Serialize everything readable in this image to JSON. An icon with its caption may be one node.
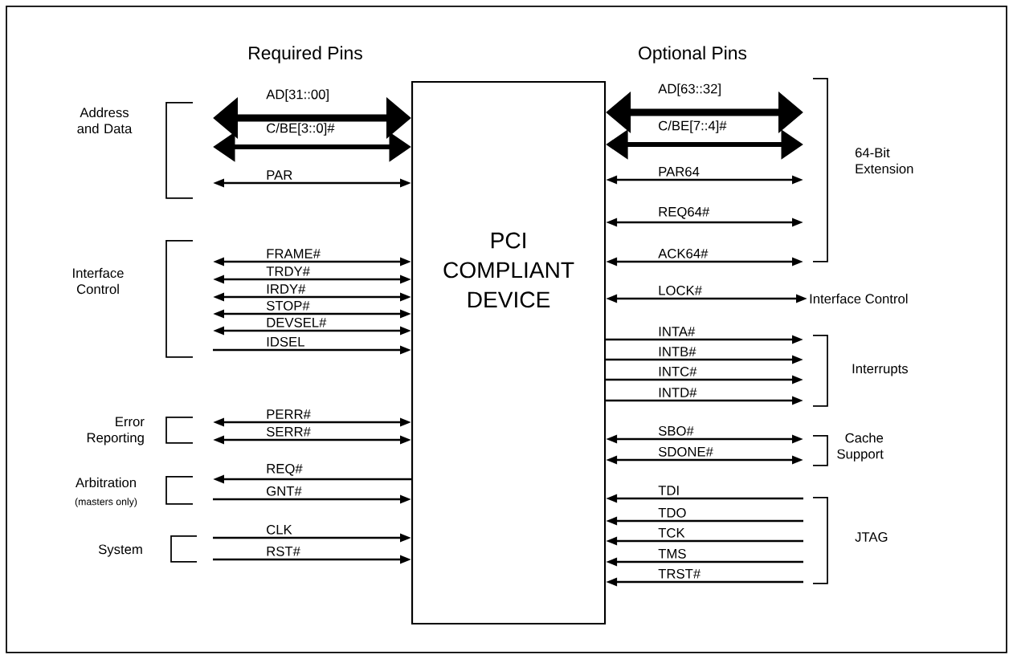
{
  "diagram": {
    "nodes": [
      {
        "text": [
          "PCI COMPLIANT DEVICE"
        ]
      },
      {
        "text": [
          "Interface Control"
        ]
      }
    ],
    "edges": [
      {
        "from": null,
        "to": 0,
        "arrow": "both",
        "label": "AD[31::00]",
        "style": "thick"
      },
      {
        "from": null,
        "to": 0,
        "arrow": "both",
        "label": "C/BE[3::0]#",
        "style": "thick"
      },
      {
        "from": null,
        "to": 0,
        "arrow": "both",
        "label": "PAR"
      },
      {
        "from": null,
        "to": 0,
        "arrow": "both",
        "label": "FRAME#"
      },
      {
        "from": null,
        "to": 0,
        "arrow": "both",
        "label": "TRDY#"
      },
      {
        "from": null,
        "to": 0,
        "arrow": "both",
        "label": "IRDY#"
      },
      {
        "from": null,
        "to": 0,
        "arrow": "both",
        "label": "STOP#"
      },
      {
        "from": null,
        "to": 0,
        "arrow": "both",
        "label": "DEVSEL#"
      },
      {
        "from": null,
        "to": 0,
        "arrow": "to",
        "label": "IDSEL"
      },
      {
        "from": null,
        "to": 0,
        "arrow": "both",
        "label": "PERR#"
      },
      {
        "from": null,
        "to": 0,
        "arrow": "both",
        "label": "SERR#"
      },
      {
        "from": 0,
        "to": null,
        "arrow": "to",
        "label": "REQ#"
      },
      {
        "from": null,
        "to": 0,
        "arrow": "to",
        "label": "GNT#"
      },
      {
        "from": null,
        "to": 0,
        "arrow": "to",
        "label": "CLK"
      },
      {
        "from": null,
        "to": 0,
        "arrow": "to",
        "label": "RST#"
      },
      {
        "from": 0,
        "to": null,
        "arrow": "both",
        "label": "AD[63::32]",
        "style": "thick"
      },
      {
        "from": 0,
        "to": null,
        "arrow": "both",
        "label": "C/BE[7::4]#",
        "style": "thick"
      },
      {
        "from": 0,
        "to": null,
        "arrow": "both",
        "label": "PAR64"
      },
      {
        "from": 0,
        "to": null,
        "arrow": "both",
        "label": "REQ64#"
      },
      {
        "from": 0,
        "to": null,
        "arrow": "both",
        "label": "ACK64#"
      },
      {
        "from": 0,
        "to": 1,
        "arrow": "both",
        "label": "LOCK#"
      },
      {
        "from": 0,
        "to": null,
        "arrow": "to",
        "label": "INTA#"
      },
      {
        "from": 0,
        "to": null,
        "arrow": "to",
        "label": "INTB#"
      },
      {
        "from": 0,
        "to": null,
        "arrow": "to",
        "label": "INTC#"
      },
      {
        "from": 0,
        "to": null,
        "arrow": "to",
        "label": "INTD#"
      },
      {
        "from": 0,
        "to": null,
        "arrow": "both",
        "label": "SBO#"
      },
      {
        "from": 0,
        "to": null,
        "arrow": "both",
        "label": "SDONE#"
      },
      {
        "from": null,
        "to": 0,
        "arrow": "to",
        "label": "TDI"
      },
      {
        "from": null,
        "to": 0,
        "arrow": "to",
        "label": "TDO"
      },
      {
        "from": null,
        "to": 0,
        "arrow": "to",
        "label": "TCK"
      },
      {
        "from": null,
        "to": 0,
        "arrow": "to",
        "label": "TMS"
      },
      {
        "from": null,
        "to": 0,
        "arrow": "to",
        "label": "TRST#"
      }
    ],
    "labels": [
      "Required Pins",
      "Optional Pins",
      "Address and Data",
      "Interface Control",
      "Error Reporting",
      "Arbitration",
      "(masters only)",
      "System",
      "64-Bit Extension",
      "Interrupts",
      "Cache Support",
      "JTAG"
    ]
  }
}
